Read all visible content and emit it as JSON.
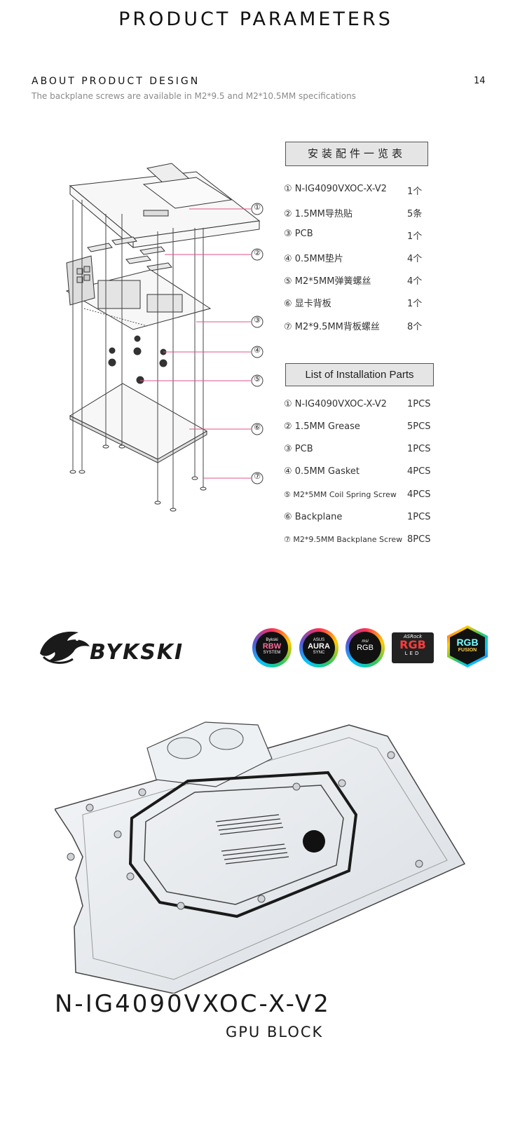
{
  "header": {
    "title": "PRODUCT PARAMETERS",
    "page_number": "14"
  },
  "about": {
    "title": "ABOUT PRODUCT DESIGN",
    "subtitle": "The backplane screws are available in M2*9.5 and M2*10.5MM specifications"
  },
  "callouts": [
    "①",
    "②",
    "③",
    "④",
    "⑤",
    "⑥",
    "⑦"
  ],
  "parts_cn": {
    "title": "安装配件一览表",
    "items": [
      {
        "label": "① N-IG4090VXOC-X-V2",
        "qty": "1个"
      },
      {
        "label": "② 1.5MM导热贴",
        "qty": "5条"
      },
      {
        "label": "③  PCB",
        "qty": "1个"
      },
      {
        "label": "④  0.5MM垫片",
        "qty": "4个"
      },
      {
        "label": "⑤ M2*5MM弹簧螺丝",
        "qty": "4个"
      },
      {
        "label": "⑥  显卡背板",
        "qty": "1个"
      },
      {
        "label": "⑦ M2*9.5MM背板螺丝",
        "qty": "8个"
      }
    ]
  },
  "parts_en": {
    "title": "List of Installation Parts",
    "items": [
      {
        "label": "① N-IG4090VXOC-X-V2",
        "qty": "1PCS"
      },
      {
        "label": "② 1.5MM Grease",
        "qty": "5PCS"
      },
      {
        "label": "③  PCB",
        "qty": "1PCS"
      },
      {
        "label": "④  0.5MM  Gasket",
        "qty": "4PCS"
      },
      {
        "label": "⑤ M2*5MM Coil Spring Screw",
        "qty": "4PCS"
      },
      {
        "label": "⑥  Backplane",
        "qty": "1PCS"
      },
      {
        "label": "⑦ M2*9.5MM Backplane Screw",
        "qty": "8PCS"
      }
    ]
  },
  "brand": {
    "logo": "BYKSKI",
    "sync_badges": [
      {
        "top": "Bykski",
        "main": "RBW",
        "bottom": "SYSTEM"
      },
      {
        "top": "ASUS",
        "main": "AURA",
        "bottom": "SYNC"
      },
      {
        "top": "msi",
        "main": "RGB",
        "bottom": ""
      },
      {
        "top": "ASRock",
        "main": "RGB",
        "bottom": "LED"
      },
      {
        "top": "",
        "main": "RGB",
        "bottom": "FUSION"
      }
    ]
  },
  "product": {
    "model": "N-IG4090VXOC-X-V2",
    "type": "GPU BLOCK"
  },
  "colors": {
    "callout_line": "#e0538a",
    "accent": "#111111"
  }
}
